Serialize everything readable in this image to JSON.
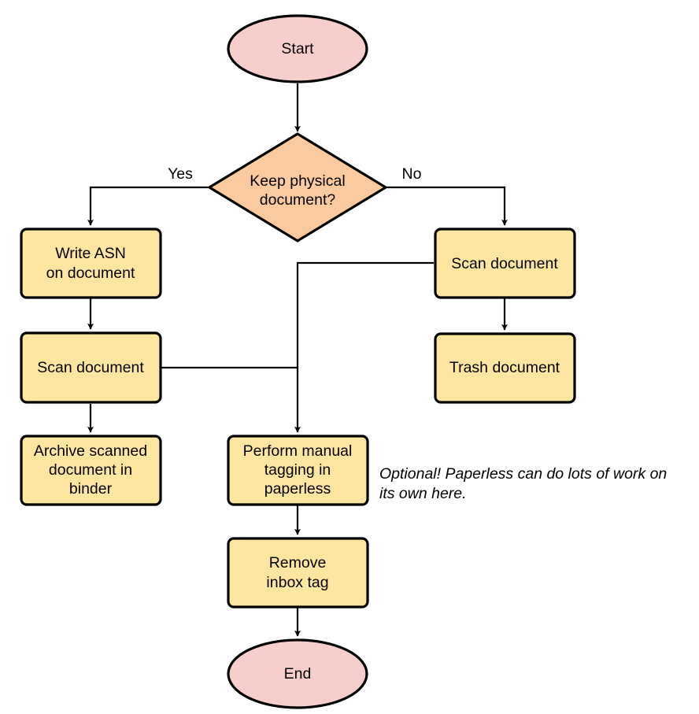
{
  "diagram": {
    "type": "flowchart",
    "title": "",
    "colors": {
      "terminator_fill": "#f8cecc",
      "decision_fill": "#fcca9f",
      "process_fill": "#ffe6a0",
      "stroke": "#000000",
      "text": "#000000",
      "background": "#ffffff"
    },
    "nodes": [
      {
        "id": "start",
        "shape": "ellipse",
        "label": "Start",
        "lines": [
          "Start"
        ]
      },
      {
        "id": "decision",
        "shape": "diamond",
        "label": "Keep physical document?",
        "lines": [
          "Keep physical",
          "document?"
        ]
      },
      {
        "id": "write-asn",
        "shape": "process",
        "label": "Write ASN on document",
        "lines": [
          "Write ASN",
          "on document"
        ]
      },
      {
        "id": "scan-left",
        "shape": "process",
        "label": "Scan document",
        "lines": [
          "Scan document"
        ]
      },
      {
        "id": "archive",
        "shape": "process",
        "label": "Archive scanned document in binder",
        "lines": [
          "Archive scanned",
          "document in",
          "binder"
        ]
      },
      {
        "id": "scan-right",
        "shape": "process",
        "label": "Scan document",
        "lines": [
          "Scan document"
        ]
      },
      {
        "id": "trash",
        "shape": "process",
        "label": "Trash document",
        "lines": [
          "Trash document"
        ]
      },
      {
        "id": "manual-tagging",
        "shape": "process",
        "label": "Perform manual tagging in paperless",
        "lines": [
          "Perform manual",
          "tagging in",
          "paperless"
        ]
      },
      {
        "id": "remove-inbox",
        "shape": "process",
        "label": "Remove inbox tag",
        "lines": [
          "Remove",
          "inbox tag"
        ]
      },
      {
        "id": "end",
        "shape": "ellipse",
        "label": "End",
        "lines": [
          "End"
        ]
      }
    ],
    "edge_labels": {
      "yes": "Yes",
      "no": "No"
    },
    "edges": [
      {
        "from": "start",
        "to": "decision",
        "label": ""
      },
      {
        "from": "decision",
        "to": "write-asn",
        "label": "Yes"
      },
      {
        "from": "decision",
        "to": "scan-right",
        "label": "No"
      },
      {
        "from": "write-asn",
        "to": "scan-left",
        "label": ""
      },
      {
        "from": "scan-left",
        "to": "archive",
        "label": ""
      },
      {
        "from": "scan-left",
        "to": "manual-tagging",
        "label": ""
      },
      {
        "from": "scan-right",
        "to": "trash",
        "label": ""
      },
      {
        "from": "scan-right",
        "to": "manual-tagging",
        "label": ""
      },
      {
        "from": "manual-tagging",
        "to": "remove-inbox",
        "label": ""
      },
      {
        "from": "remove-inbox",
        "to": "end",
        "label": ""
      }
    ],
    "annotation": {
      "lines": [
        "Optional! Paperless can do lots of work on",
        "its own here."
      ],
      "line1": "Optional! Paperless can do lots of work on",
      "line2": "its own here."
    }
  }
}
